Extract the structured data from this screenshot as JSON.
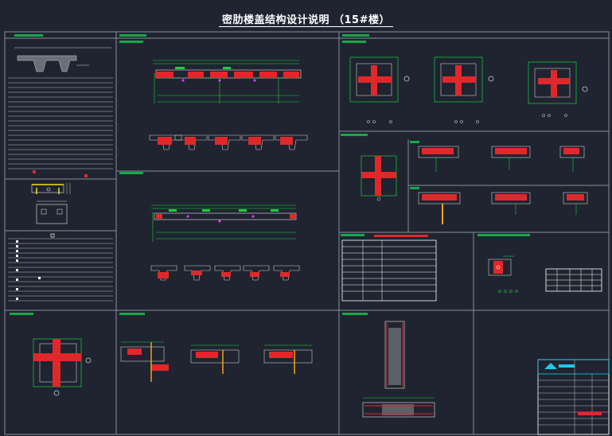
{
  "drawing": {
    "title": "密肋楼盖结构设计说明 （15#楼）"
  },
  "colors": {
    "background": "#1f2430",
    "frame": "#8a8f99",
    "section_header": "#17a84a",
    "rebar": "#e0282b",
    "dimension": "#19d13a",
    "annotation": "#ffffff",
    "title_block_accent": "#1ec8e8"
  },
  "panels": [
    {
      "id": "general-notes",
      "content": "text-notes"
    },
    {
      "id": "rib-section-detail",
      "content": "section-drawing"
    },
    {
      "id": "legend-notes",
      "content": "text-notes"
    },
    {
      "id": "rib-beam-elevation-1",
      "content": "elevation-drawing"
    },
    {
      "id": "rib-beam-elevation-2",
      "content": "elevation-drawing"
    },
    {
      "id": "column-joint-plans",
      "content": "plan-drawing"
    },
    {
      "id": "beam-column-joint-details",
      "content": "section-drawing"
    },
    {
      "id": "reinforcement-table",
      "content": "table"
    },
    {
      "id": "edge-detail",
      "content": "section-drawing"
    },
    {
      "id": "corner-plan-detail",
      "content": "plan-drawing"
    },
    {
      "id": "end-anchorage-details",
      "content": "section-drawing"
    },
    {
      "id": "column-elevation-detail",
      "content": "elevation-drawing"
    },
    {
      "id": "title-block",
      "content": "title-block"
    }
  ]
}
